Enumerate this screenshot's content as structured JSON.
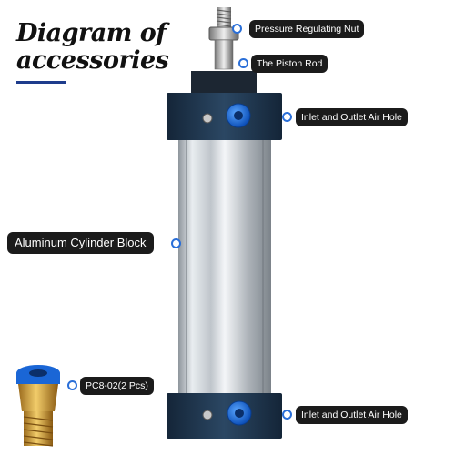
{
  "title": {
    "line1": "Diagram of",
    "line2": "accessories"
  },
  "labels": {
    "nut": "Pressure Regulating Nut",
    "rod": "The Piston Rod",
    "air_hole_top": "Inlet and Outlet Air Hole",
    "block": "Aluminum Cylinder Block",
    "fitting": "PC8-02(2 Pcs)",
    "air_hole_bottom": "Inlet and Outlet Air Hole"
  },
  "colors": {
    "accent": "#2a6fd8",
    "label_bg": "#1b1b1b",
    "end_cap": "#1f3550",
    "port_blue": "#1e6fe0",
    "underline": "#1e3c8c"
  },
  "icons": [
    "cylinder-illustration",
    "push-fit-fitting-illustration"
  ]
}
